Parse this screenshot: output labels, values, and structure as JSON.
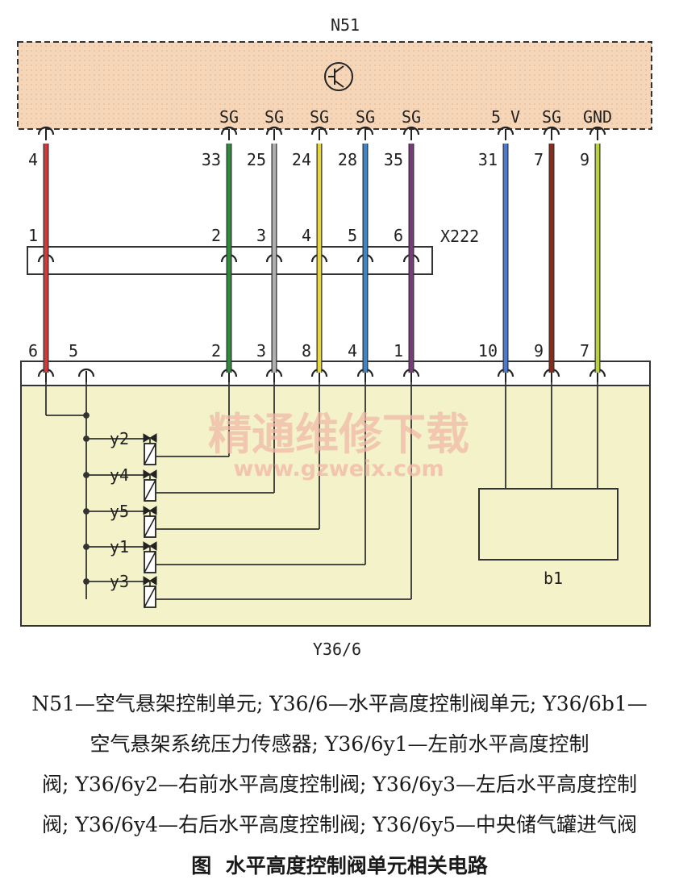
{
  "diagram": {
    "ecu_name": "N51",
    "connector_name": "X222",
    "unit_name": "Y36/6",
    "sensor_name": "b1",
    "ecu_pins": [
      {
        "pin": "4",
        "signal": ""
      },
      {
        "pin": "33",
        "signal": "SG"
      },
      {
        "pin": "25",
        "signal": "SG"
      },
      {
        "pin": "24",
        "signal": "SG"
      },
      {
        "pin": "28",
        "signal": "SG"
      },
      {
        "pin": "35",
        "signal": "SG"
      },
      {
        "pin": "31",
        "signal": "5 V"
      },
      {
        "pin": "7",
        "signal": "SG"
      },
      {
        "pin": "9",
        "signal": "GND"
      }
    ],
    "connector_pins": [
      "1",
      "2",
      "3",
      "4",
      "5",
      "6"
    ],
    "unit_pins": [
      "6",
      "5",
      "2",
      "3",
      "8",
      "4",
      "1",
      "10",
      "9",
      "7"
    ],
    "valves": [
      "y2",
      "y4",
      "y5",
      "y1",
      "y3"
    ],
    "wire_colors": [
      "#d23a3a",
      "#2f8a3e",
      "#b0b0b0",
      "#e8d63c",
      "#3a86c8",
      "#7a3b7a",
      "#4a7ad6",
      "#8a2a1a",
      "#b8d23a"
    ],
    "ecu_fill": "#f6d6b8",
    "unit_fill": "#f3f2c8"
  },
  "watermark": {
    "cn": "精通维修下载",
    "url": "www.gzweix.com"
  },
  "caption": {
    "lines": [
      "N51—空气悬架控制单元; Y36/6—水平高度控制阀单元; Y36/6b1—",
      "空气悬架系统压力传感器; Y36/6y1—左前水平高度控制",
      "阀; Y36/6y2—右前水平高度控制阀; Y36/6y3—左后水平高度控制",
      "阀; Y36/6y4—右后水平高度控制阀; Y36/6y5—中央储气罐进气阀"
    ],
    "fig_label": "图",
    "fig_title": "水平高度控制阀单元相关电路"
  }
}
